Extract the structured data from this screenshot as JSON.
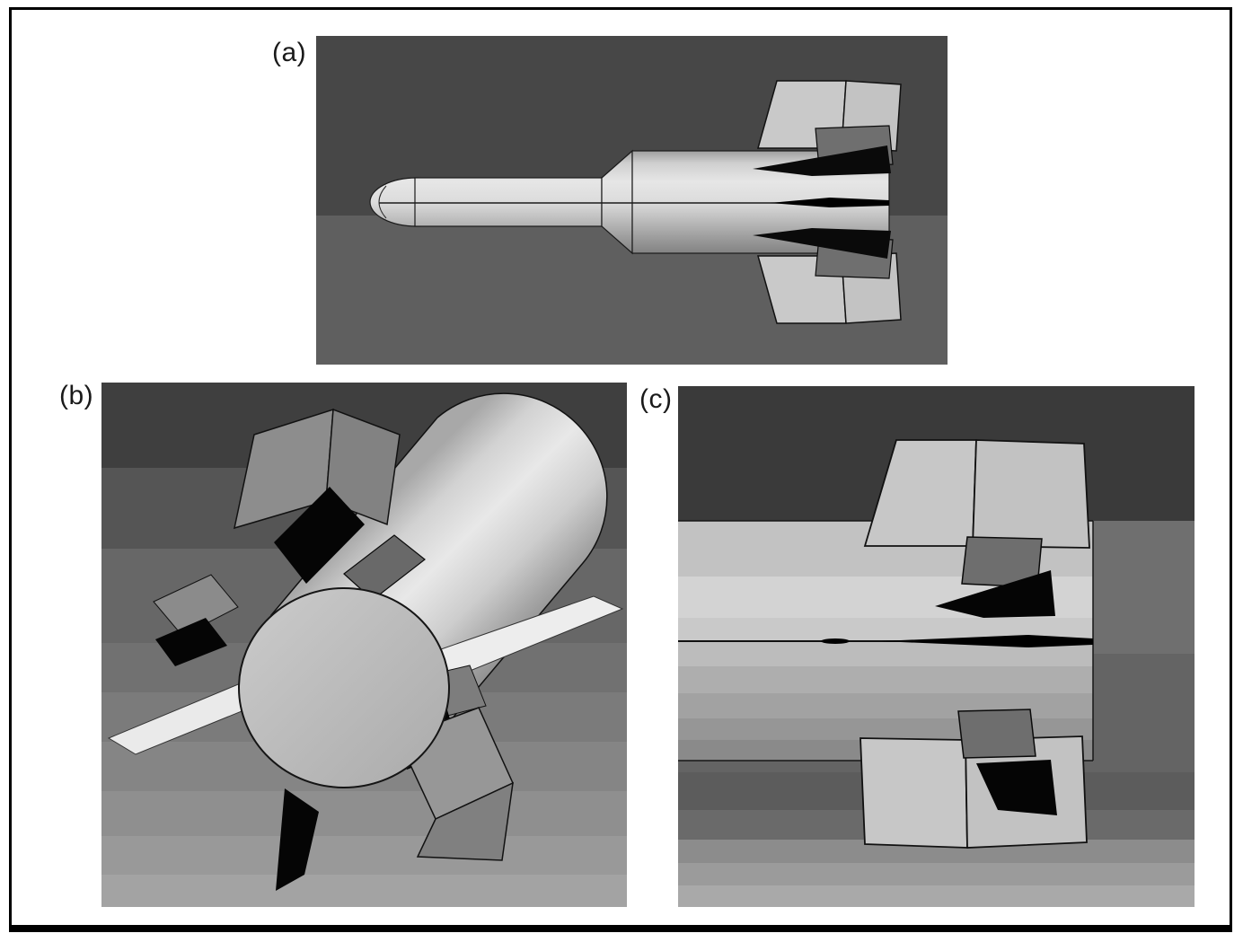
{
  "figure": {
    "panels": [
      {
        "label": "(a)"
      },
      {
        "label": "(b)"
      },
      {
        "label": "(c)"
      }
    ]
  },
  "palette": {
    "page_background": "#ffffff",
    "frame_border": "#000000",
    "label_text": "#1a1a1a",
    "render_background_dark": "#3f3f3f",
    "render_background_mid": "#6a6a6a",
    "render_background_light": "#a3a3a3",
    "body_highlight": "#e6e6e6",
    "body_shadow": "#8a8a8a",
    "fin_light": "#c7c7c7",
    "fin_mid": "#8f8f8f",
    "fin_dark": "#6e6e6e",
    "control_surface_black": "#0a0a0a"
  }
}
